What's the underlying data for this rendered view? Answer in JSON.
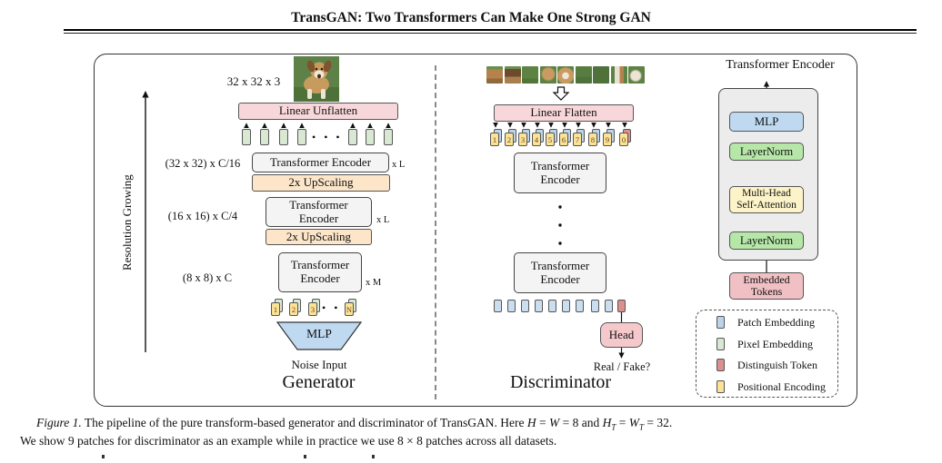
{
  "title": "TransGAN: Two Transformers Can Make One Strong GAN",
  "generator": {
    "section_label": "Generator",
    "axis_label": "Resolution Growing",
    "output_shape": "32 x 32 x 3",
    "linear_unflatten_label": "Linear Unflatten",
    "pixel_dots": "• • •",
    "stage1": {
      "res": "(32 x 32) x C/16",
      "encoder": "Transformer Encoder",
      "repeat": "x L",
      "upscale": "2x UpScaling"
    },
    "stage2": {
      "res": "(16 x 16) x C/4",
      "encoder_line1": "Transformer",
      "encoder_line2": "Encoder",
      "repeat": "x L",
      "upscale": "2x UpScaling"
    },
    "stage3": {
      "res": "(8 x 8) x C",
      "encoder_line1": "Transformer",
      "encoder_line2": "Encoder",
      "repeat": "x M"
    },
    "input_tokens": [
      "1",
      "2",
      "3",
      "N"
    ],
    "token_dots": "• • •",
    "mlp_label": "MLP",
    "noise_label": "Noise Input"
  },
  "discriminator": {
    "section_label": "Discriminator",
    "linear_flatten_label": "Linear Flatten",
    "token_numbers": [
      "1",
      "2",
      "3",
      "4",
      "5",
      "6",
      "7",
      "8",
      "9"
    ],
    "cls_token": "0",
    "encoder_top": {
      "line1": "Transformer",
      "line2": "Encoder"
    },
    "encoder_bottom": {
      "line1": "Transformer",
      "line2": "Encoder"
    },
    "head_label": "Head",
    "output_label": "Real / Fake?"
  },
  "encoder_detail": {
    "title": "Transformer Encoder",
    "mlp": "MLP",
    "layernorm_top": "LayerNorm",
    "layernorm_bottom": "LayerNorm",
    "mhsa_line1": "Multi-Head",
    "mhsa_line2": "Self-Attention",
    "embedded_line1": "Embedded",
    "embedded_line2": "Tokens"
  },
  "legend": {
    "items": [
      {
        "label": "Patch Embedding",
        "color": "#bcd4ea"
      },
      {
        "label": "Pixel Embedding",
        "color": "#d9e8d2"
      },
      {
        "label": "Distinguish Token",
        "color": "#dc8f8f"
      },
      {
        "label": "Positional Encoding",
        "color": "#fae297"
      }
    ]
  },
  "caption": {
    "label": "Figure 1.",
    "body": "The pipeline of the pure transform-based generator and discriminator of TransGAN. Here",
    "H": "H",
    "eq1": "=",
    "W": "W",
    "eq2": "=",
    "v8": "8",
    "and_word": "and",
    "HT": "H",
    "sub1": "T",
    "eq3": "=",
    "WT": "W",
    "sub2": "T",
    "eq4": "=",
    "v32": "32.",
    "line2": "We show 9 patches for discriminator as an example while in practice we use 8 × 8 patches across all datasets."
  },
  "colors": {
    "linear_box_pink": "#f8d7da",
    "upscale_orange": "#fce5c8",
    "encoder_gray": "#f4f4f4",
    "mlp_blue": "#bed9f0",
    "layernorm_green": "#b6e6a8",
    "attention_yellow": "#fdf3c8",
    "embedded_pink": "#f0c0c4",
    "head_pink": "#f5c9cb"
  }
}
